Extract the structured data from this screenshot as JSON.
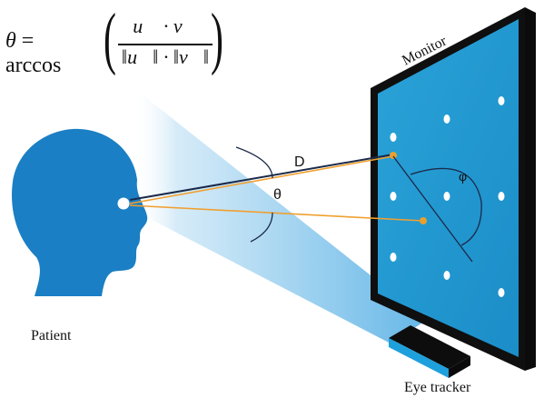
{
  "formula": {
    "lhs": "θ",
    "equals": " = arccos",
    "numerator": "u⃗ · v⃗",
    "denominator": "‖u⃗‖ · ‖v⃗‖"
  },
  "labels": {
    "monitor": "Monitor",
    "distance": "D",
    "theta": "θ",
    "phi": "φ",
    "patient": "Patient",
    "eye_tracker": "Eye tracker"
  },
  "colors": {
    "head": "#1a7fc4",
    "screen": "#29a3d6",
    "monitor_frame": "#111111",
    "gaze_line": "#f0a030",
    "eye_line": "#1b2a4a",
    "beam": "#8cc8ea",
    "tracker": "#1ea0dc"
  }
}
